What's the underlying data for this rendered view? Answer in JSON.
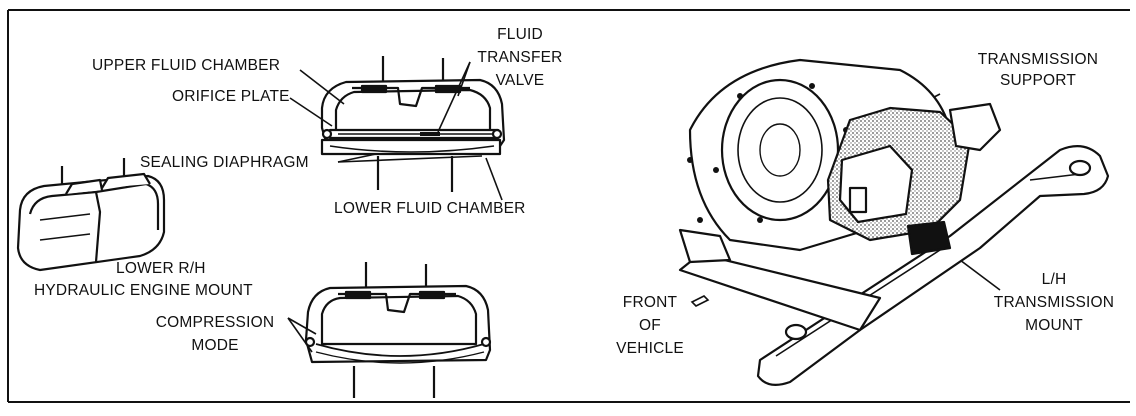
{
  "labels": {
    "upper_fluid_chamber": "UPPER FLUID CHAMBER",
    "fluid_transfer_valve_1": "FLUID",
    "fluid_transfer_valve_2": "TRANSFER",
    "fluid_transfer_valve_3": "VALVE",
    "orifice_plate": "ORIFICE PLATE",
    "sealing_diaphragm": "SEALING DIAPHRAGM",
    "lower_fluid_chamber": "LOWER FLUID CHAMBER",
    "lower_rh_mount_1": "LOWER R/H",
    "lower_rh_mount_2": "HYDRAULIC ENGINE MOUNT",
    "compression_mode_1": "COMPRESSION",
    "compression_mode_2": "MODE",
    "transmission_support_1": "TRANSMISSION",
    "transmission_support_2": "SUPPORT",
    "front_of_vehicle_1": "FRONT",
    "front_of_vehicle_2": "OF",
    "front_of_vehicle_3": "VEHICLE",
    "lh_transmission_mount_1": "L/H",
    "lh_transmission_mount_2": "TRANSMISSION",
    "lh_transmission_mount_3": "MOUNT"
  },
  "colors": {
    "ink": "#111111",
    "paper": "#ffffff",
    "stipple": "#9a9a9a"
  }
}
